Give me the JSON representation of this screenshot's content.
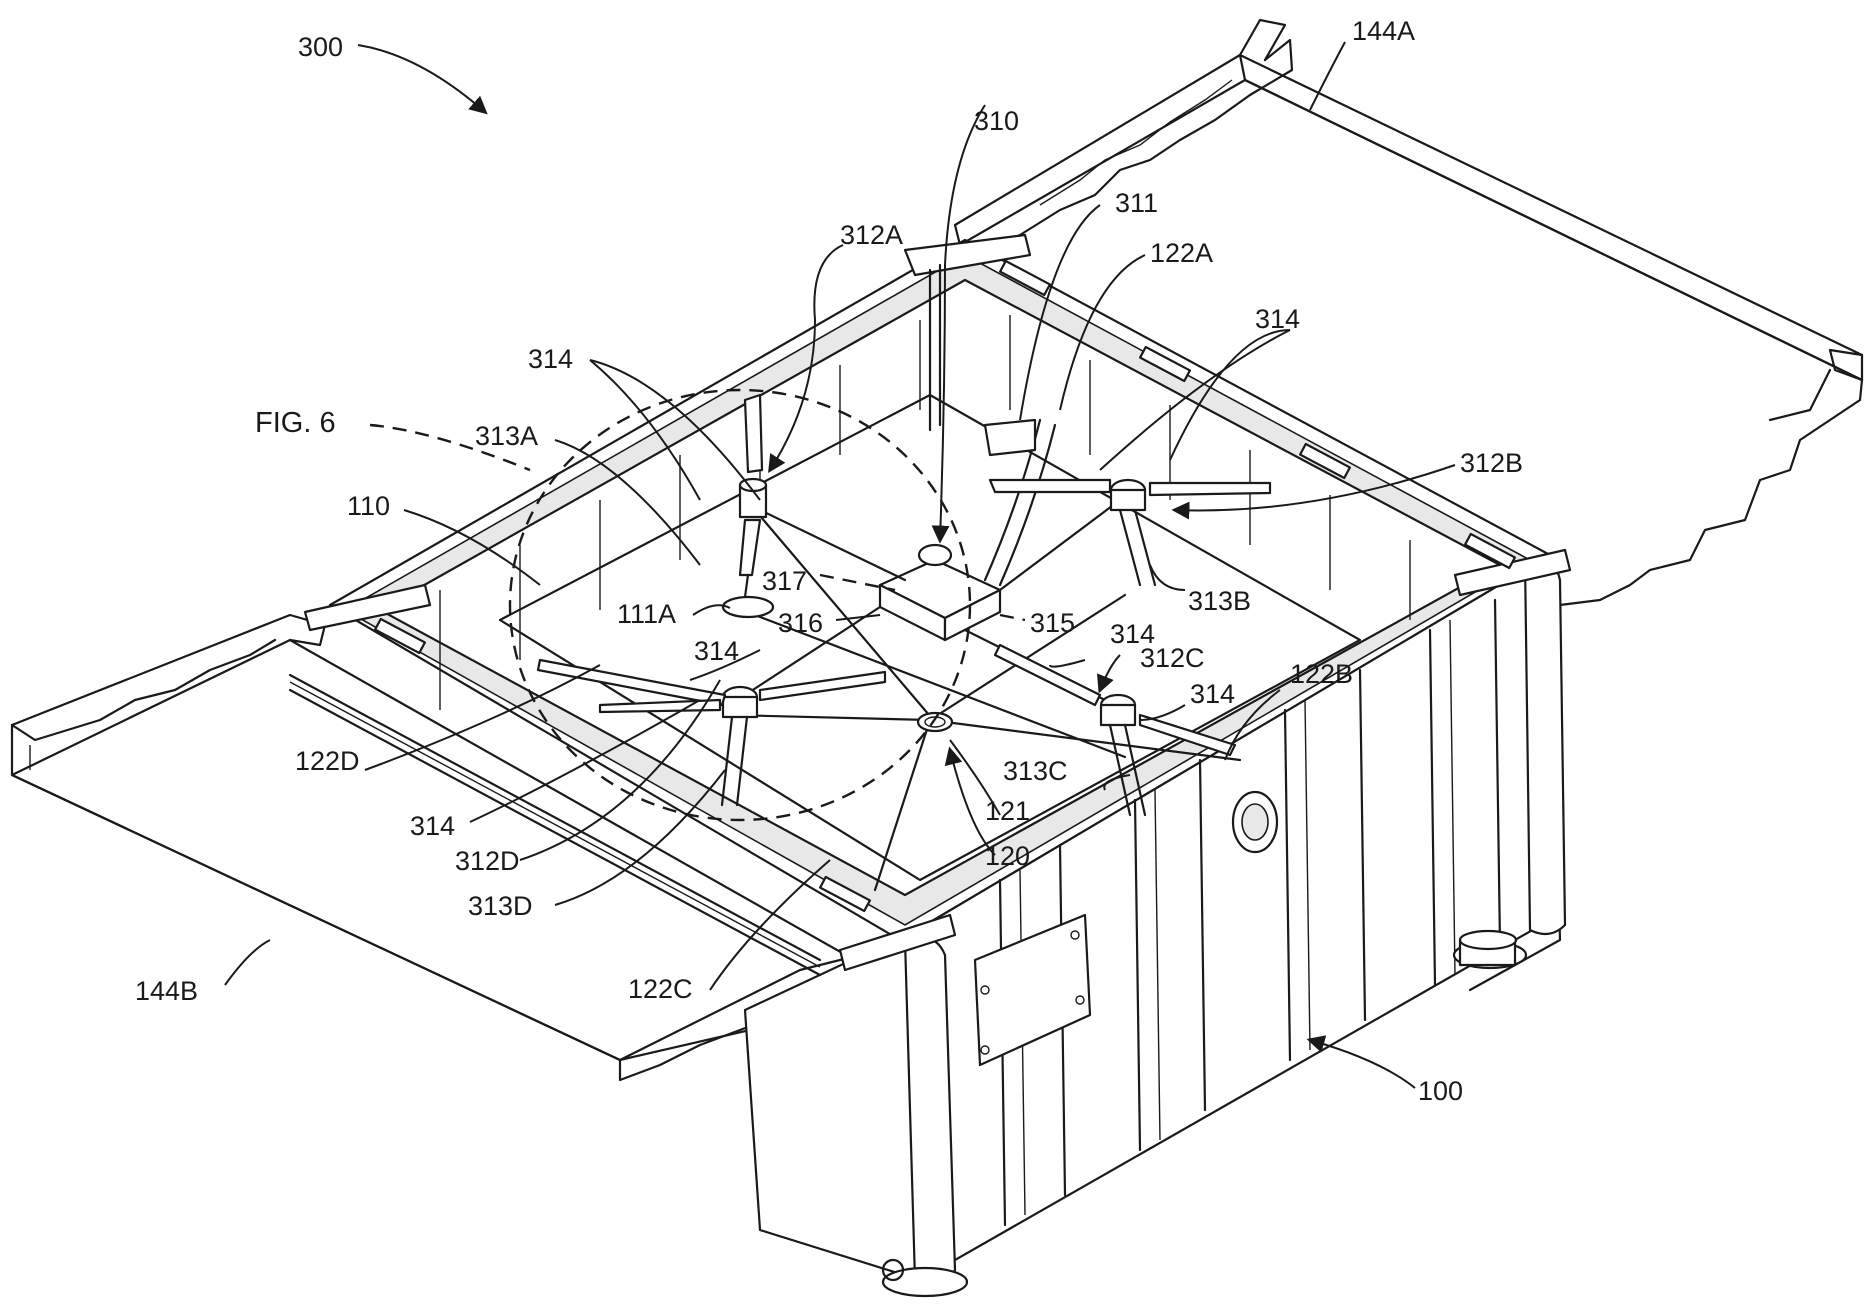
{
  "figure": {
    "ref_300": "300",
    "fig_ref": "FIG. 6",
    "labels": {
      "l144A": "144A",
      "l310": "310",
      "l311": "311",
      "l312A": "312A",
      "l122A": "122A",
      "l314_top_right": "314",
      "l314_top_left": "314",
      "l313A": "313A",
      "l312B": "312B",
      "l110": "110",
      "l317": "317",
      "l313B": "313B",
      "l111A": "111A",
      "l316": "316",
      "l315": "315",
      "l314_center": "314",
      "l314_mid_left": "314",
      "l312C": "312C",
      "l122B": "122B",
      "l314_right": "314",
      "l122D": "122D",
      "l313C": "313C",
      "l121": "121",
      "l314_bottom_left": "314",
      "l312D": "312D",
      "l120": "120",
      "l313D": "313D",
      "l144B": "144B",
      "l122C": "122C",
      "l100": "100"
    }
  }
}
